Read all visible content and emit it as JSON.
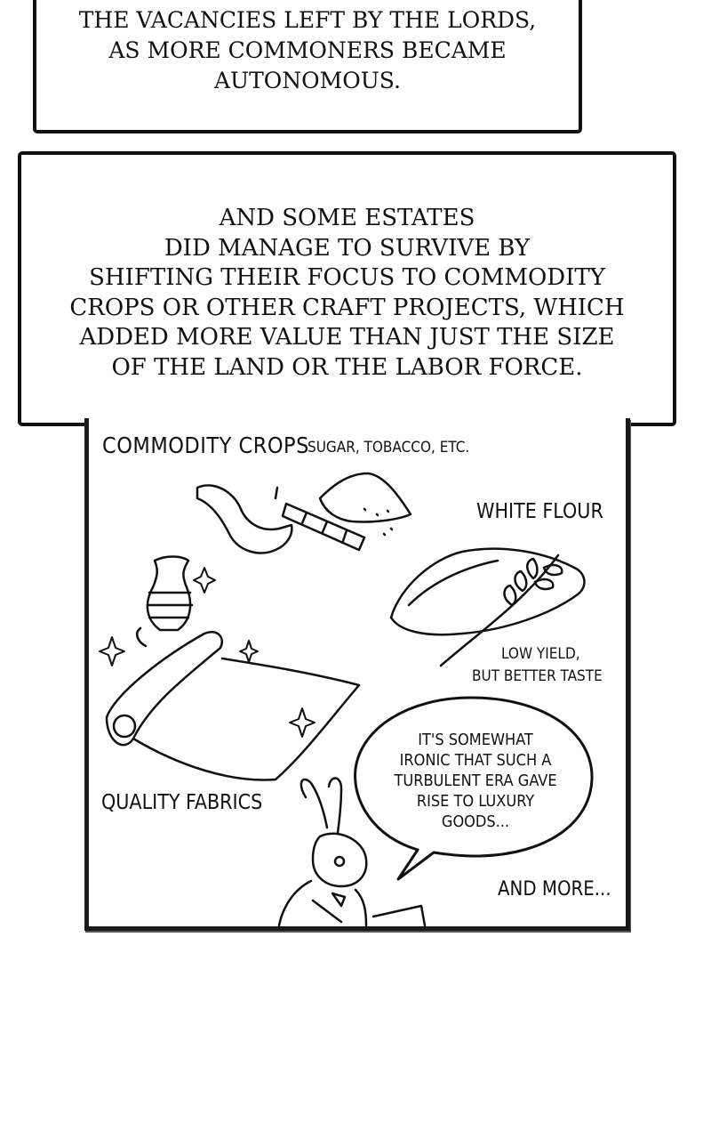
{
  "caption_top": {
    "lines": [
      "THE VACANCIES LEFT BY THE LORDS,",
      "AS MORE COMMONERS BECAME",
      "AUTONOMOUS."
    ]
  },
  "caption_main": {
    "lines": [
      "AND SOME ESTATES",
      "DID MANAGE TO SURVIVE BY",
      "SHIFTING THEIR FOCUS TO COMMODITY",
      "CROPS OR OTHER CRAFT PROJECTS, WHICH",
      "ADDED MORE VALUE THAN JUST THE SIZE",
      "OF THE LAND OR THE LABOR FORCE."
    ]
  },
  "panel": {
    "commodity_label": "COMMODITY CROPS",
    "commodity_sub": "SUGAR, TOBACCO, ETC.",
    "flour_label": "WHITE FLOUR",
    "yield_line1": "LOW YIELD,",
    "yield_line2": "BUT BETTER TASTE",
    "fabrics_label": "QUALITY FABRICS",
    "more_label": "AND MORE...",
    "speech_lines": [
      "IT'S SOMEWHAT",
      "IRONIC THAT SUCH A",
      "TURBULENT ERA GAVE",
      "RISE TO LUXURY",
      "GOODS..."
    ]
  }
}
